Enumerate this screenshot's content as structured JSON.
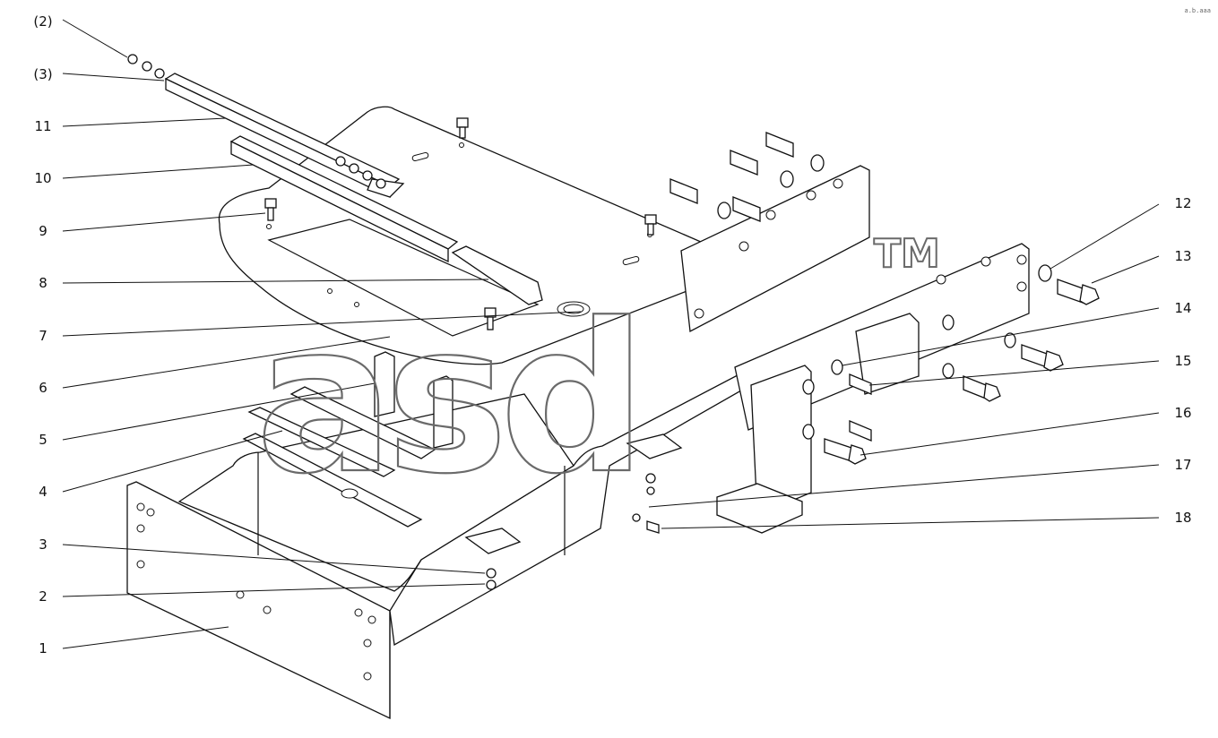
{
  "watermark": {
    "text": "asd",
    "tm": "TM"
  },
  "corner_mark": "a.b.aaa",
  "labels_left": [
    "(2)",
    "(3)",
    "11",
    "10",
    "9",
    "8",
    "7",
    "6",
    "5",
    "4",
    "3",
    "2",
    "1"
  ],
  "labels_right": [
    "12",
    "13",
    "14",
    "15",
    "16",
    "17",
    "18"
  ]
}
